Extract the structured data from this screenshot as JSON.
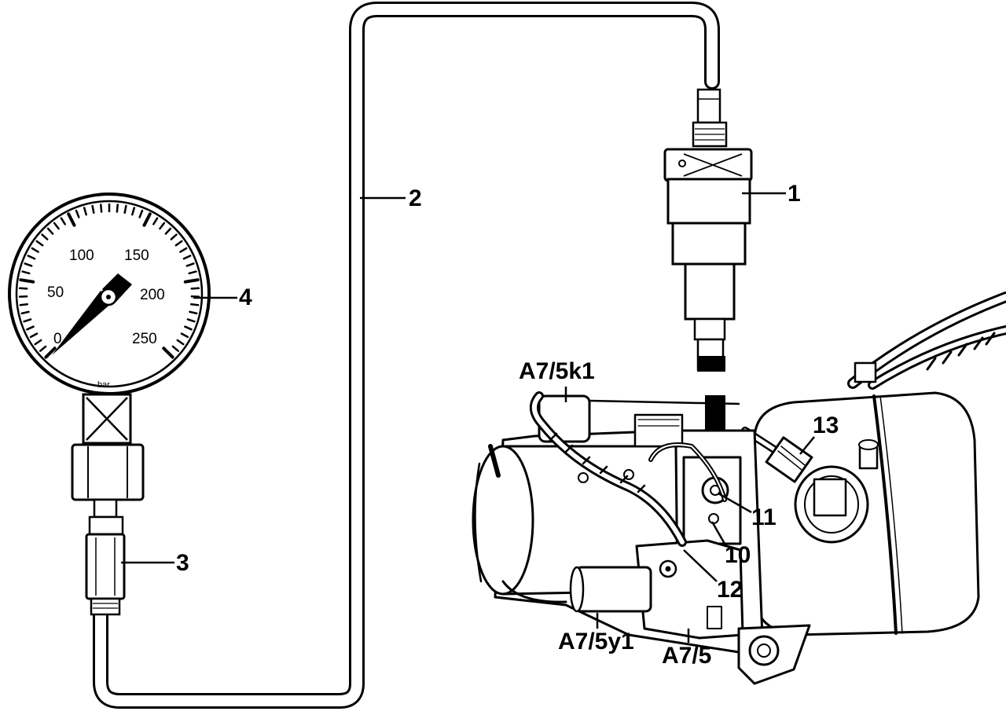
{
  "diagram": {
    "gauge": {
      "scale_labels": [
        "0",
        "50",
        "100",
        "150",
        "200",
        "250"
      ],
      "unit": "bar"
    },
    "callouts": {
      "c1": "1",
      "c2": "2",
      "c3": "3",
      "c4": "4",
      "a75k1": "A7/5k1",
      "c13": "13",
      "c11": "11",
      "c10": "10",
      "c12": "12",
      "a75y1": "A7/5y1",
      "a75": "A7/5"
    }
  }
}
